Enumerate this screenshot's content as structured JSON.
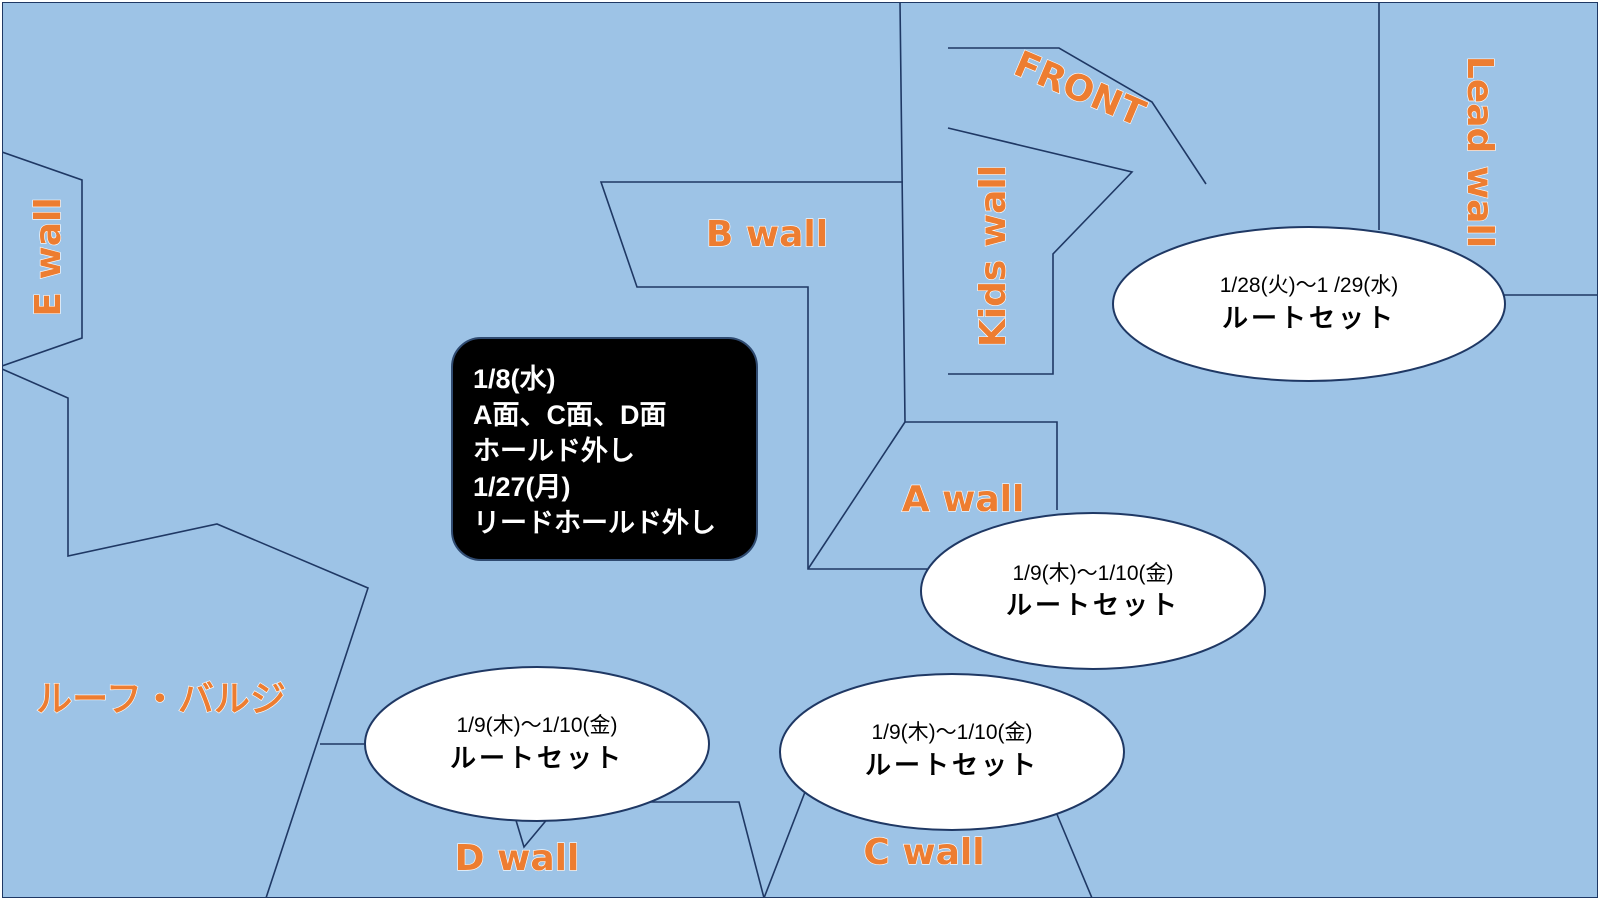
{
  "colors": {
    "floor": "#9DC3E6",
    "line": "#1F3864",
    "label": "#ED7D31",
    "notice_bg": "#000000",
    "notice_text": "#FFFFFF",
    "bubble_fill": "#FFFFFF"
  },
  "walls": {
    "e": "E wall",
    "b": "B wall",
    "kids": "Kids wall",
    "front": "FRONT",
    "lead": "Lead wall",
    "a": "A wall",
    "roof": "ルーフ・バルジ",
    "d": "D wall",
    "c": "C wall"
  },
  "notice": {
    "lines": [
      "1/8(水)",
      "A面、C面、D面",
      "ホールド外し",
      "1/27(月)",
      "リードホールド外し"
    ]
  },
  "bubbles": {
    "lead": {
      "date": "1/28(火)～1 /29(水)",
      "title": "ルートセット"
    },
    "a": {
      "date": "1/9(木)～1/10(金)",
      "title": "ルートセット"
    },
    "d": {
      "date": "1/9(木)～1/10(金)",
      "title": "ルートセット"
    },
    "c": {
      "date": "1/9(木)～1/10(金)",
      "title": "ルートセット"
    }
  }
}
